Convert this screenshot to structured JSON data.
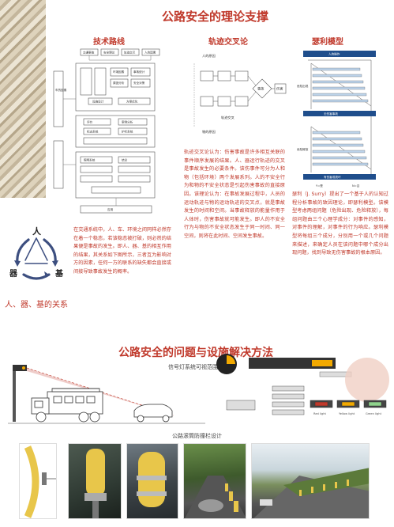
{
  "page": {
    "main_title": "公路安全的理论支撑",
    "section2_title": "公路安全的问题与设施解决方法"
  },
  "columns": {
    "tech": {
      "title": "技术路线",
      "paragraph": "在交通系统中，人、车、环境之间同样必然存在着一个稳态，若该稳态被打破，则必然的结果便是事故的发生。即人、器、基的相互作用的结果，其关系如下图所示，三者互为影响对方的因素，任何一方的联系的缺失都会直接或间接导致事故发生的概率。"
    },
    "trajectory": {
      "title": "轨迹交叉论",
      "paragraph": "轨迹交叉论认为：伤害事故是许多相互关联的事件顺序发展的结果。人、器运行轨迹的交叉是事故发生的必要条件。该伤事件可分为人和物（包括环境）两个发展系列。人的不安全行为和物的不安全状态是引起伤害事故的直接原因。该理论认为：在事故发展过程中，人员的运动轨迹与物的运动轨迹的交叉点，就是事故发生的时间和空间。当事故释放的能量作用于人体时，伤害事故就可能发生。即人的不安全行为与物的不安全状态发生于同一时间、同一空间，则将在此时间、空间发生事故。",
      "nodes": {
        "human_origin": "人的原因",
        "object_origin": "物的原因",
        "accident": "事故",
        "injury": "伤害",
        "process": "轨迹交叉"
      }
    },
    "surry": {
      "title": "瑟利模型",
      "paragraph": "瑟利（J. Surry）提出了一个基于人的认知过程分析事故的致因理论，即瑟利模型。该模型考虑两组问题（危险出现、危险释放），每组问题由三个心理学成分：对事件的感知，对事件的理解，对事件的行为响应。瑟利模型将每组三个成分，分别用一个或几个问题来描述，来确定人员在该问题中哪个成分出现问题，找到导致无伤害事故的根本原因。",
      "labels": {
        "top_bar": "人的操作",
        "danger_appear": "危险出现",
        "danger_release": "危险释放",
        "bar1": "无伤害事故",
        "bar2": "有伤害或损坏",
        "yes": "Y=是",
        "no": "N=否"
      }
    }
  },
  "tech_chart": {
    "nodes": [
      "交通事故",
      "安全理论",
      "轨迹交叉",
      "人的因素",
      "车的因素",
      "环境因素",
      "事故统计",
      "原因分析",
      "安全对策",
      "设施设计",
      "方案优化",
      "评价",
      "案例分析",
      "标志系统",
      "护栏系统",
      "照明系统",
      "结论",
      "应用"
    ]
  },
  "triad": {
    "human": "人",
    "machine": "器",
    "base": "基",
    "caption": "人、器、基的关系"
  },
  "section2": {
    "signal_caption": "信号灯系统可视范围性优化",
    "guardrail_caption": "公路滚筒防撞栏设计",
    "legend": [
      "Red light",
      "Yellow light",
      "Green light"
    ],
    "colors": {
      "accent": "#c0392b",
      "guard_yellow": "#e8c64a",
      "signal_amber": "#f2a900"
    }
  }
}
